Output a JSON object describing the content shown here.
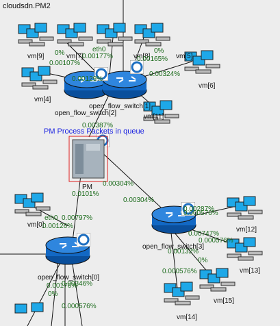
{
  "module_title": "cloudsdn.PM2",
  "pm_status": "PM  Process Packets in queue",
  "nodes": {
    "pm": "PM",
    "switch0": "open_flow_switch[0]",
    "switch1": "open_flow_switch[1]",
    "switch2": "open_flow_switch[2]",
    "switch3": "open_flow_switch[3]",
    "vm0": "vm[0]",
    "vm4": "vm[4]",
    "vm5": "vm[5]",
    "vm6": "vm[6]",
    "vm7": "vm[7]",
    "vm8": "vm[8]",
    "vm9": "vm[9]",
    "vm11": "vm[11]",
    "vm12": "vm[12]",
    "vm13": "vm[13]",
    "vm14": "vm[14]",
    "vm15": "vm[15]"
  },
  "link_labels": [
    "0%",
    "0.00107%",
    "eth0",
    "0.00177%",
    "0.00165%",
    "0%",
    "0.00324%",
    "0.00129%",
    "0.00387%",
    "0.00304%",
    "0.00304%",
    "0.0101%",
    "eth0",
    "0.00797%",
    "0.00126%",
    "0.00176%",
    "0.00346%",
    "0%",
    "0.000576%",
    "0.000576%",
    "0.00747%",
    "0.000576%",
    "0.00132%",
    "0%",
    "0.000576%",
    "0.00287%"
  ],
  "colors": {
    "background": "#ededed",
    "link": "#111111",
    "status": "#1a22e0",
    "percent": "#1b6b1b",
    "selection": "#e02020"
  }
}
